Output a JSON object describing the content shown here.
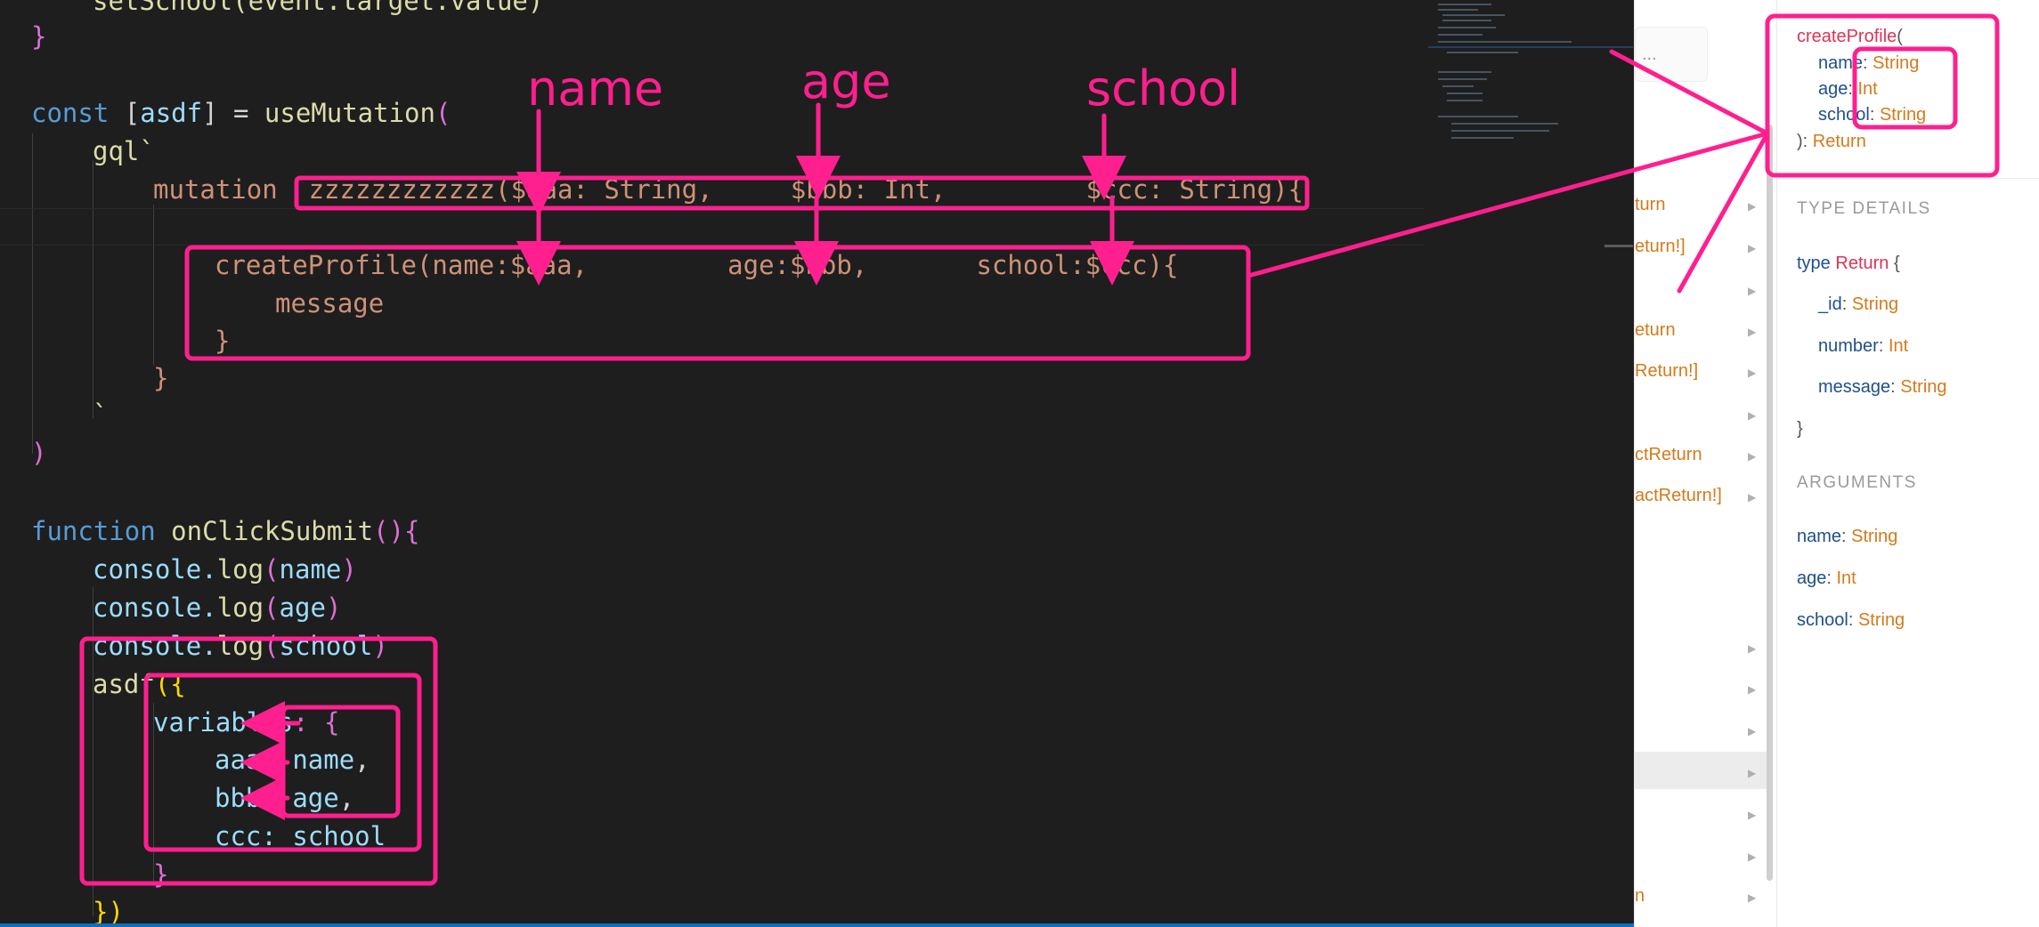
{
  "editor": {
    "lines": {
      "l1": "setSchool(event.target.value)",
      "l2": "}",
      "l3_kw": "const",
      "l3_a": " [",
      "l3_var": "asdf",
      "l3_b": "] = ",
      "l3_fn": "useMutation",
      "l3_c": "(",
      "l4": "gql`",
      "l5_kw": "mutation ",
      "l5_rest": " zzzzzzzzzzzz($aaa: String,     $bbb: Int,         $ccc: String){",
      "l6": "createProfile(name:$aaa,         age:$bbb,       school:$ccc){",
      "l7": "message",
      "l8": "}",
      "l9": "}",
      "l10": "`",
      "l11": ")",
      "l12_kw": "function",
      "l12_fn": " onClickSubmit",
      "l12_rest": "(){",
      "l13_a": "console.",
      "l13_fn": "log",
      "l13_p1": "(",
      "l13_v": "name",
      "l13_p2": ")",
      "l14_a": "console.",
      "l14_fn": "log",
      "l14_p1": "(",
      "l14_v": "age",
      "l14_p2": ")",
      "l15_a": "console.",
      "l15_fn": "log",
      "l15_p1": "(",
      "l15_v": "school",
      "l15_p2": ")",
      "l16_fn": "asdf",
      "l16_rest": "({",
      "l17_p": "variables",
      "l17_rest": ": {",
      "l18_p": "aaa: ",
      "l18_v": "name",
      "l18_c": ",",
      "l19_p": "bbb: ",
      "l19_v": "age",
      "l19_c": ",",
      "l20_p": "ccc: ",
      "l20_v": "school",
      "l21": "}",
      "l22": "})"
    }
  },
  "annotations": {
    "name": "name",
    "age": "age",
    "school": "school"
  },
  "explorer": {
    "items": [
      "turn",
      "eturn!]",
      "eturn",
      "Return!]",
      "ctReturn",
      "actReturn!]",
      "n"
    ],
    "search_placeholder": "..."
  },
  "docs": {
    "signature": {
      "fn": "createProfile",
      "open": "(",
      "args": [
        {
          "name": "name",
          "type": "String"
        },
        {
          "name": "age",
          "type": "Int"
        },
        {
          "name": "school",
          "type": "String"
        }
      ],
      "close": "): ",
      "return_type": "Return"
    },
    "type_details_header": "TYPE DETAILS",
    "type_def": {
      "kw": "type",
      "name": "Return",
      "brace_open": "{",
      "brace_close": "}"
    },
    "fields": [
      {
        "name": "_id",
        "type": "String"
      },
      {
        "name": "number",
        "type": "Int"
      },
      {
        "name": "message",
        "type": "String"
      }
    ],
    "arguments_header": "ARGUMENTS",
    "arguments": [
      {
        "name": "name",
        "type": "String"
      },
      {
        "name": "age",
        "type": "Int"
      },
      {
        "name": "school",
        "type": "String"
      }
    ]
  },
  "colors": {
    "annotation": "#ff1f8e",
    "keyword": "#569cd6",
    "function": "#dcdcaa",
    "variable": "#9cdcfe",
    "string": "#ce9178",
    "graphql_type": "#d47a1a",
    "graphql_mutation": "#dd3355"
  }
}
